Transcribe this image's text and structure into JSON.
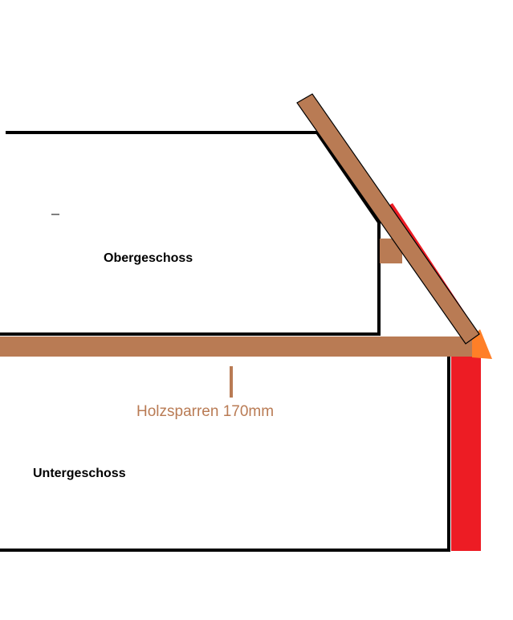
{
  "labels": {
    "upper_floor": "Obergeschoss",
    "lower_floor": "Untergeschoss",
    "rafter_note": "Holzsparren 170mm"
  },
  "colors": {
    "wood": "#b97b54",
    "red": "#ed1c24",
    "orange": "#ff7f27",
    "line": "#000000",
    "background": "#ffffff"
  }
}
